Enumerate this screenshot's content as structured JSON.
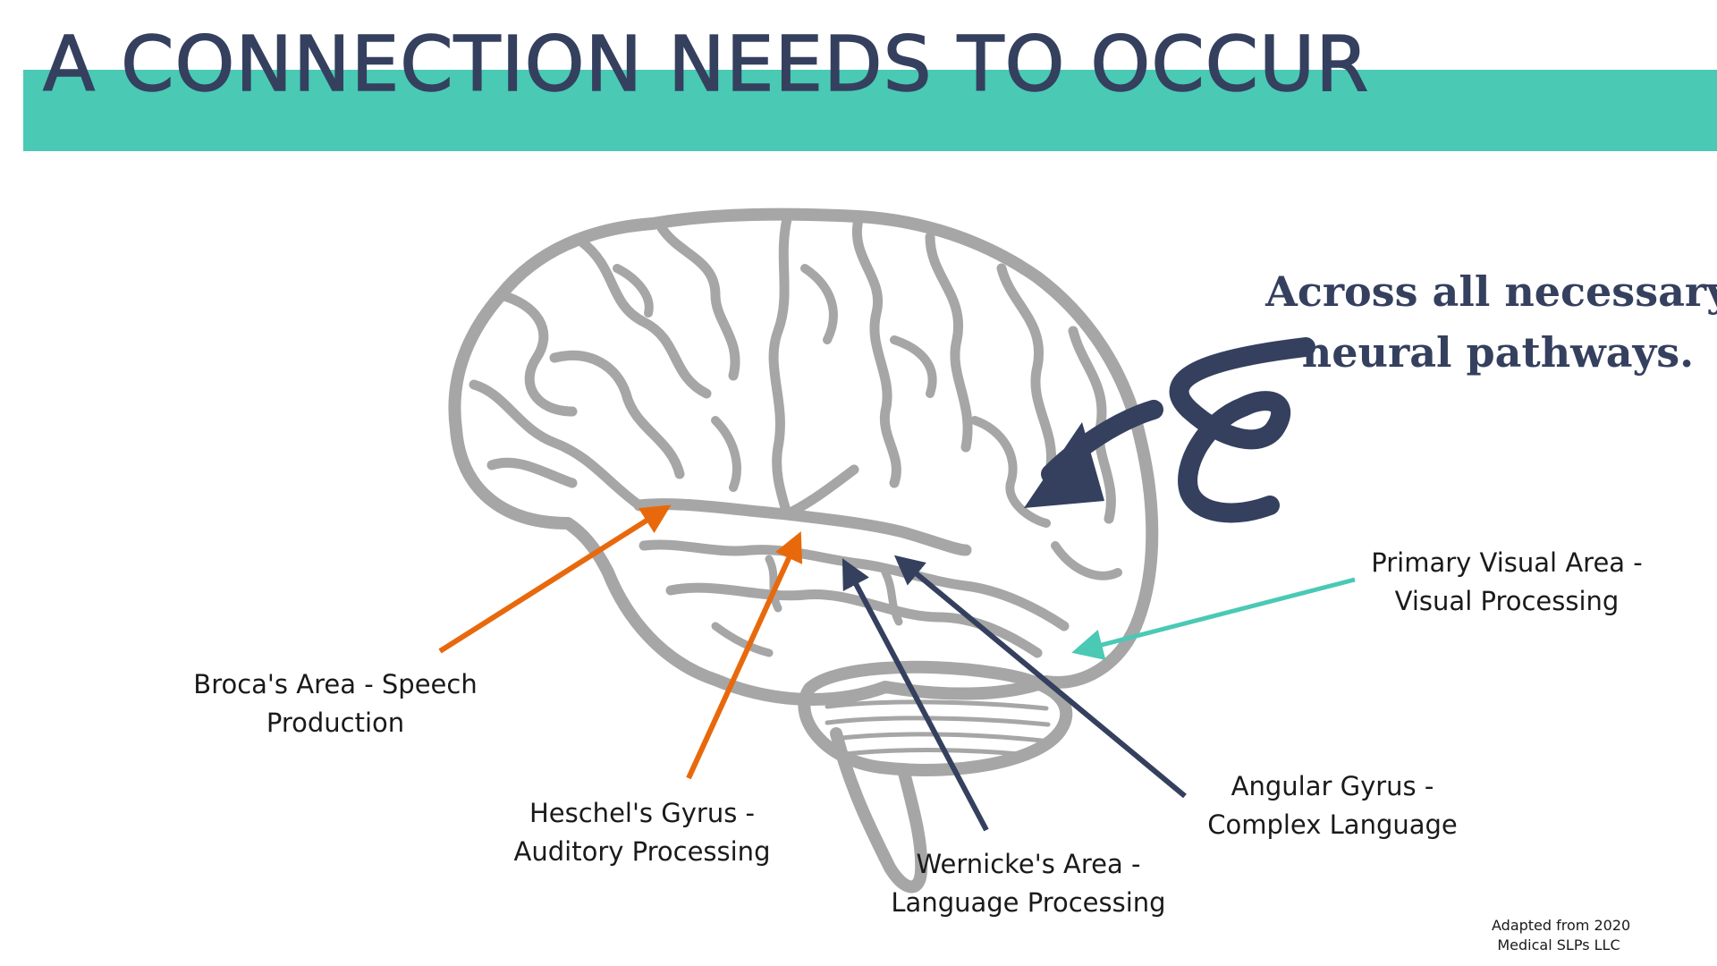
{
  "title": "A CONNECTION NEEDS TO OCCUR",
  "tagline": {
    "line1": "Across all necessary",
    "line2": "neural pathways."
  },
  "labels": {
    "broca": {
      "line1": "Broca's Area - Speech",
      "line2": "Production"
    },
    "heschel": {
      "line1": "Heschel's Gyrus -",
      "line2": "Auditory Processing"
    },
    "wernicke": {
      "line1": "Wernicke's Area -",
      "line2": "Language Processing"
    },
    "angular": {
      "line1": "Angular Gyrus -",
      "line2": "Complex Language"
    },
    "visual": {
      "line1": "Primary Visual Area -",
      "line2": "Visual Processing"
    }
  },
  "credit": {
    "line1": "Adapted from 2020",
    "line2": "Medical SLPs LLC"
  },
  "colors": {
    "banner": "#4ac9b5",
    "title": "#34405e",
    "brain": "#a6a6a6",
    "orange_arrow": "#e8690c",
    "navy_arrow": "#34405e",
    "teal_arrow": "#4ac9b5"
  }
}
